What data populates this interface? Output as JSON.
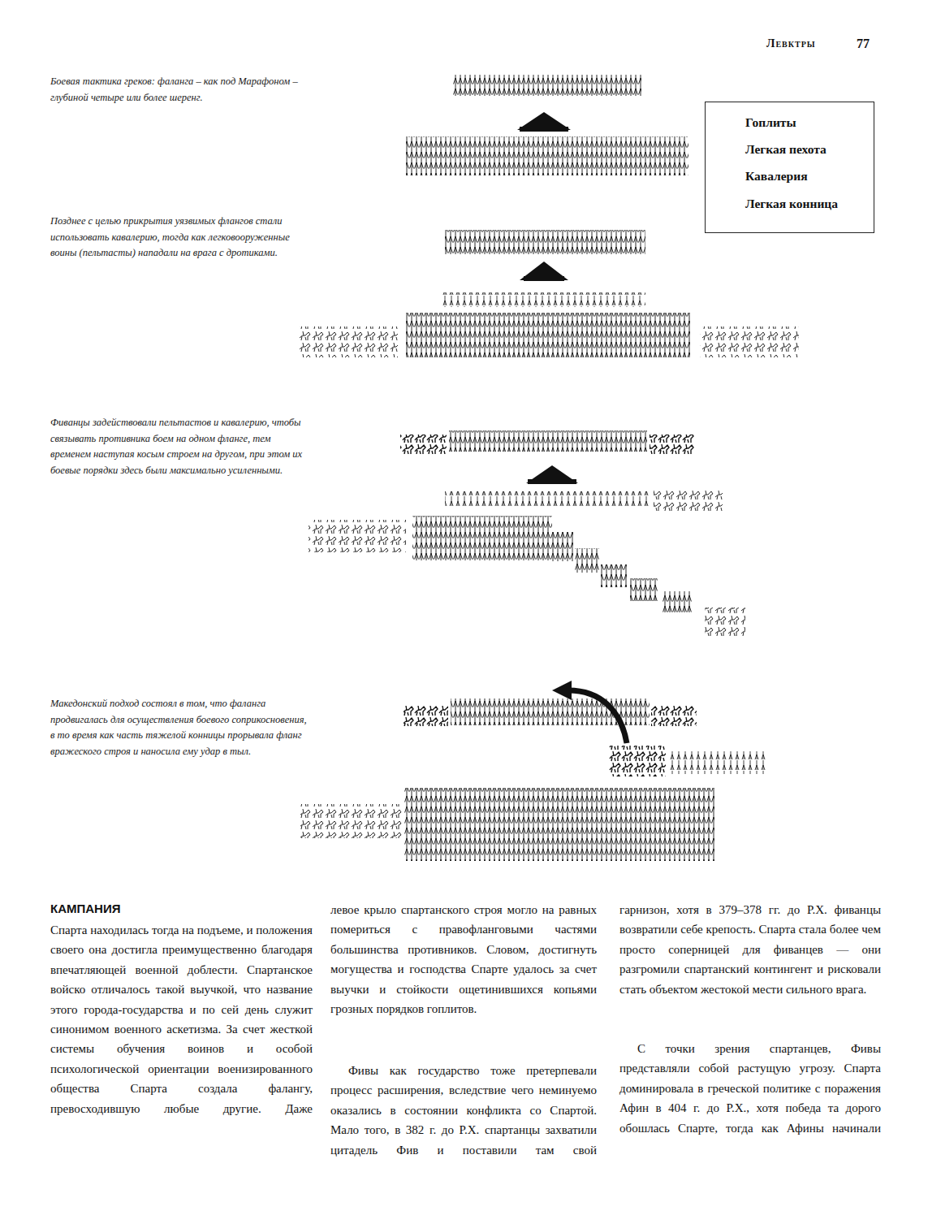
{
  "diagram": {
    "labels": [
      "Левктры",
      "77",
      "Боевая тактика греков: фаланга – как под Марафоном – глубиной четыре или более шеренг.",
      "Позднее с целью прикрытия уязвимых флангов стали использовать кавалерию, тогда как легковооруженные воины (пельтасты) нападали на врага с дротиками.",
      "Фиванцы задействовали пельтастов и кавалерию, чтобы связывать противника боем на одном фланге, тем временем наступая косым строем на другом, при этом их боевые порядки здесь были максимально усиленными.",
      "Македонский подход состоял в том, что фаланга продвигалась для осуществления боевого соприкосновения, в то время как часть тяжелой конницы прорывала фланг вражеского строя и наносила ему удар в тыл.",
      "КАМПАНИЯ",
      "Спарта находилась тогда на подъеме, и положения своего она достигла преимущественно благодаря впечатляющей военной доблести. Спартанское войско отличалось такой выучкой, что название этого города-государства и по сей день служит синонимом военного аскетизма. За счет жесткой системы обучения воинов и особой психологической ориентации военизированного общества Спарта создала фалангу, превосходившую любые другие. Даже",
      "левое крыло спартанского строя могло на равных помериться с правофланговыми частями большинства противников. Словом, достигнуть могущества и господства Спарте удалось за счет выучки и стойкости ощетинившихся копьями грозных порядков гоплитов.",
      "Фивы как государство тоже претерпевали процесс расширения, вследствие чего неминуемо оказались в состоянии конфликта со Спартой. Мало того, в 382 г. до Р.Х. спартанцы захватили цитадель Фив и поставили там свой",
      "гарнизон, хотя в 379–378 гг. до Р.Х. фиванцы возвратили себе крепость. Спарта стала более чем просто соперницей для фиванцев — они разгромили спартанский контингент и рисковали стать объектом жестокой мести сильного врага.",
      "С точки зрения спартанцев, Фивы представляли собой растущую угрозу. Спарта доминировала в греческой политике с поражения Афин в 404 г. до Р.Х., хотя победа та дорого обошлась Спарте, тогда как Афины начинали"
    ],
    "legend": [
      {
        "text": "Гоплиты"
      },
      {
        "text": "Легкая пехота"
      },
      {
        "text": "Кавалерия"
      },
      {
        "text": "Легкая конница"
      }
    ]
  }
}
